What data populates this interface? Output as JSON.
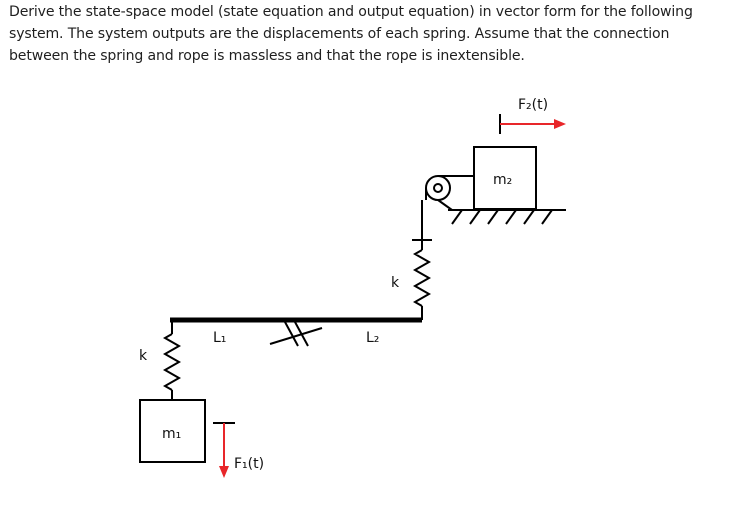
{
  "problem": {
    "text": "Derive the state-space model (state equation and output equation) in vector form for the following system. The system outputs are the displacements of each spring. Assume that the connection between the spring and rope is massless and that the rope is inextensible."
  },
  "diagram": {
    "mass1_label": "m₁",
    "mass2_label": "m₂",
    "spring_left_label": "k",
    "spring_right_label": "k",
    "lever_left_label": "L₁",
    "lever_right_label": "L₂",
    "force1_label": "F₁(t)",
    "force2_label": "F₂(t)",
    "colors": {
      "force_arrow": "#e8262a",
      "structure": "#000000"
    }
  }
}
